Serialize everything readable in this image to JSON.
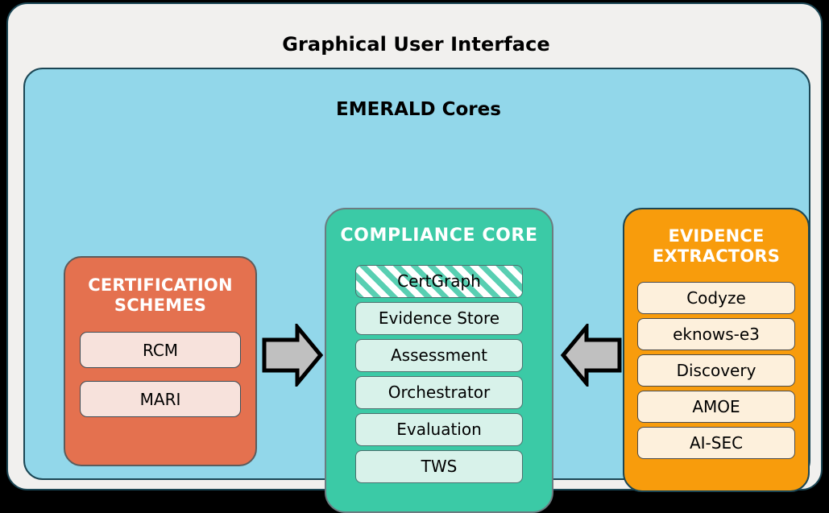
{
  "gui": {
    "title": "Graphical User Interface",
    "panel_color": "#f1f0ee",
    "border_color": "#1b4654"
  },
  "cores": {
    "title": "EMERALD Cores",
    "panel_color": "#92d7ea"
  },
  "groups": {
    "certification_schemes": {
      "title": "CERTIFICATION\nSCHEMES",
      "title_line1": "CERTIFICATION",
      "title_line2": "SCHEMES",
      "color": "#e4714f",
      "item_color": "#f7e2dc",
      "items": [
        {
          "label": "RCM"
        },
        {
          "label": "MARI"
        }
      ]
    },
    "compliance_core": {
      "title": "COMPLIANCE CORE",
      "color": "#3bcaa6",
      "item_color": "#d8f2ea",
      "items": [
        {
          "label": "CertGraph",
          "pattern": "diagonal-hatch"
        },
        {
          "label": "Evidence Store",
          "pattern": "solid"
        },
        {
          "label": "Assessment",
          "pattern": "solid"
        },
        {
          "label": "Orchestrator",
          "pattern": "solid"
        },
        {
          "label": "Evaluation",
          "pattern": "solid"
        },
        {
          "label": "TWS",
          "pattern": "solid"
        }
      ]
    },
    "evidence_extractors": {
      "title": "EVIDENCE\nEXTRACTORS",
      "title_line1": "EVIDENCE",
      "title_line2": "EXTRACTORS",
      "color": "#f89c0c",
      "item_color": "#fdf0dc",
      "items": [
        {
          "label": "Codyze"
        },
        {
          "label": "eknows-e3"
        },
        {
          "label": "Discovery"
        },
        {
          "label": "AMOE"
        },
        {
          "label": "AI-SEC"
        }
      ]
    }
  },
  "arrows": [
    {
      "name": "arrow-right-icon",
      "direction": "right",
      "fill": "#c0c0c0",
      "stroke": "#000000"
    },
    {
      "name": "arrow-left-icon",
      "direction": "left",
      "fill": "#c0c0c0",
      "stroke": "#000000"
    }
  ]
}
